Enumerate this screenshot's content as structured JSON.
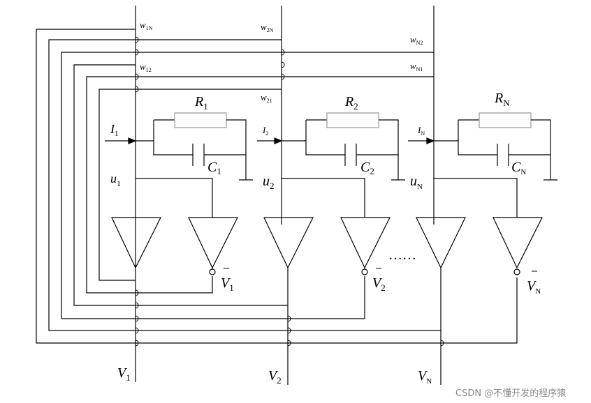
{
  "labels": {
    "w1N": {
      "main": "w",
      "sub": "1N"
    },
    "w2N": {
      "main": "w",
      "sub": "2N"
    },
    "wN2": {
      "main": "w",
      "sub": "N2"
    },
    "w12": {
      "main": "w",
      "sub": "12"
    },
    "wN1": {
      "main": "w",
      "sub": "N1"
    },
    "w21": {
      "main": "w",
      "sub": "21"
    },
    "R1": {
      "main": "R",
      "sub": "1"
    },
    "R2": {
      "main": "R",
      "sub": "2"
    },
    "RN": {
      "main": "R",
      "sub": "N"
    },
    "I1": {
      "main": "I",
      "sub": "1"
    },
    "I2": {
      "main": "I",
      "sub": "2"
    },
    "IN": {
      "main": "I",
      "sub": "N"
    },
    "C1": {
      "main": "C",
      "sub": "1"
    },
    "C2": {
      "main": "C",
      "sub": "2"
    },
    "CN": {
      "main": "C",
      "sub": "N"
    },
    "u1": {
      "main": "u",
      "sub": "1"
    },
    "u2": {
      "main": "u",
      "sub": "2"
    },
    "uN": {
      "main": "u",
      "sub": "N"
    },
    "Vb1": {
      "main": "V",
      "sub": "1"
    },
    "Vb2": {
      "main": "V",
      "sub": "2"
    },
    "VbN": {
      "main": "V",
      "sub": "N"
    },
    "V1": {
      "main": "V",
      "sub": "1"
    },
    "V2": {
      "main": "V",
      "sub": "2"
    },
    "VN": {
      "main": "V",
      "sub": "N"
    }
  },
  "ellipsis": "……",
  "watermark": "CSDN @不懂开发的程序猿"
}
